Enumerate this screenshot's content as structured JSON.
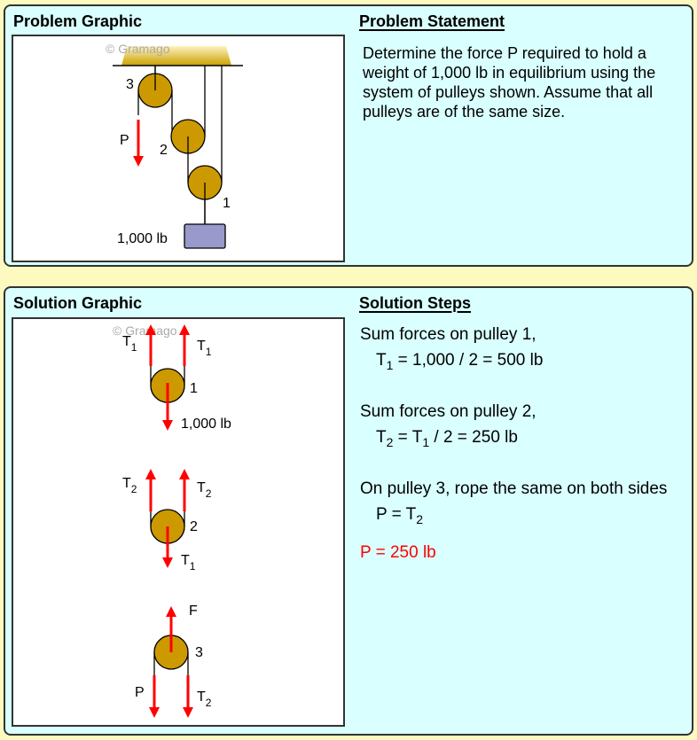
{
  "problem": {
    "graphic_title": "Problem Graphic",
    "statement_title": "Problem Statement",
    "statement_text": "Determine the force P required to hold a weight of 1,000 lb in equilibrium using the system of pulleys shown. Assume that all pulleys are of the same size.",
    "watermark": "© Gramago",
    "labels": {
      "p3": "3",
      "p2": "2",
      "p1": "1",
      "force": "P",
      "weight": "1,000 lb"
    }
  },
  "solution": {
    "graphic_title": "Solution Graphic",
    "steps_title": "Solution Steps",
    "watermark": "© Gramago",
    "labels": {
      "T": "T",
      "one": "1",
      "two": "2",
      "F": "F",
      "P": "P",
      "three": "3",
      "weight": "1,000 lb"
    },
    "steps": {
      "s1_text": "Sum forces on pulley 1,",
      "s1_eq_a": "T",
      "s1_eq_sub": "1",
      "s1_eq_b": " = 1,000 / 2 = 500 lb",
      "s2_text": "Sum forces on pulley 2,",
      "s2_eq_a": "T",
      "s2_eq_sub": "2",
      "s2_eq_b": " = T",
      "s2_eq_sub2": "1",
      "s2_eq_c": " / 2 = 250 lb",
      "s3_text": "On pulley 3, rope the same on both sides",
      "s3_eq_a": "P = T",
      "s3_eq_sub": "2",
      "answer": "P = 250 lb"
    }
  },
  "colors": {
    "background": "#fdfac0",
    "panel": "#d9ffff",
    "pulley": "#cc9900",
    "arrow": "#ff0000",
    "weight": "#9999cc"
  }
}
